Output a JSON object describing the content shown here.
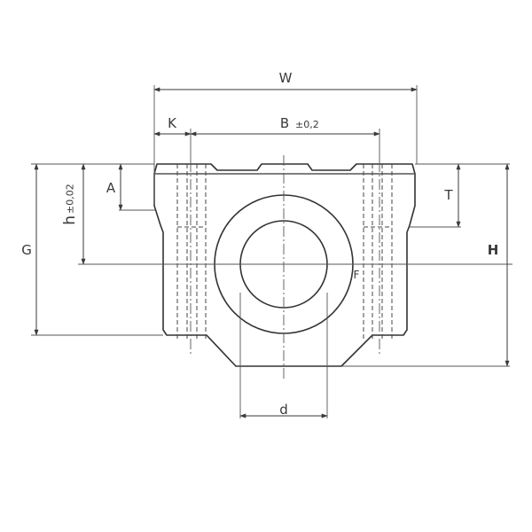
{
  "labels": {
    "W": "W",
    "K": "K",
    "B": "B",
    "B_tol": "±0,2",
    "A": "A",
    "T": "T",
    "G": "G",
    "h": "h",
    "h_tol": "±0,02",
    "H": "H",
    "F": "F",
    "d": "d"
  }
}
